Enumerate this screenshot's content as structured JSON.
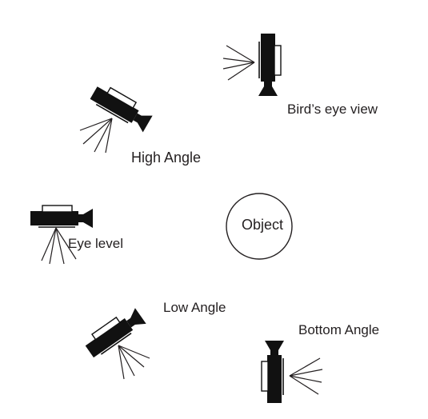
{
  "labels": {
    "birds_eye": "Bird’s eye view",
    "high_angle": "High Angle",
    "eye_level": "Eye level",
    "low_angle": "Low Angle",
    "bottom_angle": "Bottom Angle",
    "object": "Object"
  },
  "colors": {
    "camera_body": "#111111",
    "outline": "#231f20",
    "background": "#ffffff"
  }
}
